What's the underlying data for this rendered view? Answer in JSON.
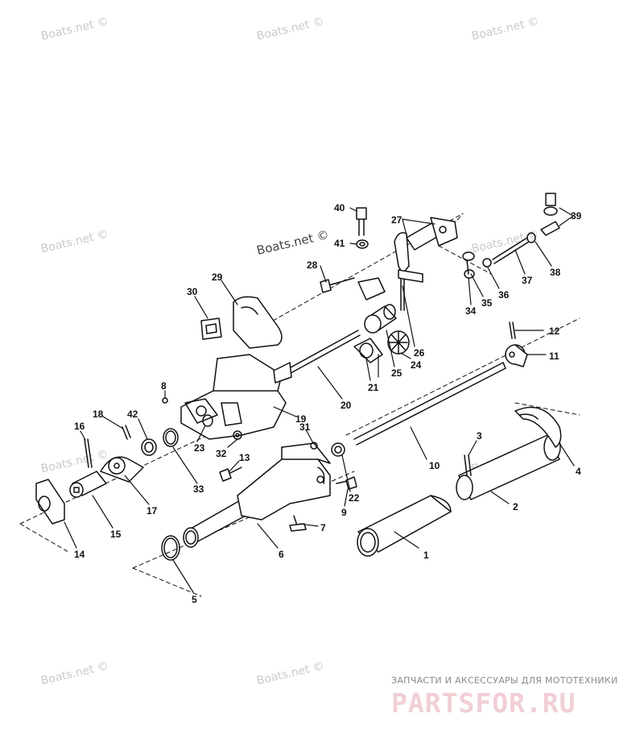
{
  "watermarks": {
    "text": "Boats.net ©",
    "prominent": "Boats.net ©"
  },
  "labels": {
    "p1": "1",
    "p2": "2",
    "p3": "3",
    "p4": "4",
    "p5": "5",
    "p6": "6",
    "p7": "7",
    "p8": "8",
    "p9": "9",
    "p10": "10",
    "p11": "11",
    "p12": "12",
    "p13": "13",
    "p14": "14",
    "p15": "15",
    "p16": "16",
    "p17": "17",
    "p18": "18",
    "p19": "19",
    "p20": "20",
    "p21": "21",
    "p22": "22",
    "p23": "23",
    "p24": "24",
    "p25": "25",
    "p26": "26",
    "p27": "27",
    "p28": "28",
    "p29": "29",
    "p30": "30",
    "p31": "31",
    "p32": "32",
    "p33": "33",
    "p34": "34",
    "p35": "35",
    "p36": "36",
    "p37": "37",
    "p38": "38",
    "p39": "39",
    "p40": "40",
    "p41": "41",
    "p42": "42"
  },
  "brand": {
    "tagline": "ЗАПЧАСТИ И АКСЕССУАРЫ ДЛЯ МОТОТЕХНИКИ",
    "logo": "PARTSFOR.RU"
  },
  "colors": {
    "ink": "#111111",
    "watermark": "#c9c9c9",
    "logo": "#f0cfd5"
  }
}
